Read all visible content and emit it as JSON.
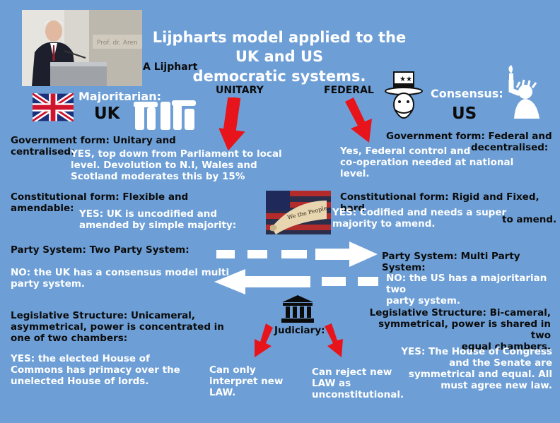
{
  "title_line1": "Lijpharts model applied to the UK and US",
  "title_line2": "democratic systems.",
  "photo_caption": "A Lijphart",
  "photo_banner_text": "Prof. dr. Aren",
  "uk": {
    "heading": "Majoritarian:",
    "name": "UK",
    "flag_icon": "union-jack-icon",
    "monument_icon": "stonehenge-icon"
  },
  "us": {
    "heading": "Consensus:",
    "name": "US",
    "mascot_icon": "uncle-sam-icon",
    "statue_icon": "statue-of-liberty-icon"
  },
  "unitary_label": "UNITARY",
  "federal_label": "FEDERAL",
  "left": {
    "gov_l1": "Government form: Unitary and",
    "gov_l2": "centralised:",
    "gov_ans_l1": "YES, top down from Parliament to local",
    "gov_ans_l2": "level. Devolution to N.I, Wales and",
    "gov_ans_l3": "Scotland moderates this by 15%",
    "con_l1": "Constitutional form: Flexible and",
    "con_l2": "amendable:",
    "con_ans_l1": "YES: UK is uncodified and",
    "con_ans_l2": "amended by simple majority:",
    "party": "Party System: Two Party System:",
    "party_ans_l1": "NO: the UK has a consensus model multi",
    "party_ans_l2": "party system.",
    "leg_l1": "Legislative Structure: Unicameral,",
    "leg_l2": "asymmetrical, power is concentrated in",
    "leg_l3": "one of two chambers:",
    "leg_ans_l1": "YES: the elected House of",
    "leg_ans_l2": "Commons has primacy over the",
    "leg_ans_l3": "unelected House of lords."
  },
  "right": {
    "gov_l1": "Government form: Federal and",
    "gov_l2": "decentralised:",
    "gov_ans_l1": "Yes, Federal control and",
    "gov_ans_l2": "co-operation needed at national",
    "gov_ans_l3": "level.",
    "con_l1": "Constitutional form: Rigid and Fixed, hard",
    "con_l2": "to amend.",
    "con_ans_l1": "YES: Codified and needs a super",
    "con_ans_l2": "majority to amend.",
    "party": "Party System: Multi Party System:",
    "party_ans_l1": "NO: the US has a majoritarian two",
    "party_ans_l2": "party system.",
    "leg_l1": "Legislative Structure: Bi-cameral,",
    "leg_l2": "symmetrical, power is shared in two",
    "leg_l3": "equal chambers.",
    "leg_ans_l1": "YES: The House of Congress",
    "leg_ans_l2": "and the Senate are",
    "leg_ans_l3": "symmetrical and equal. All",
    "leg_ans_l4": "must agree new  law."
  },
  "constitution_image_text": "We the People",
  "judiciary": {
    "label": "Judiciary:",
    "icon": "courthouse-icon",
    "uk_l1": "Can only",
    "uk_l2": "interpret new",
    "uk_l3": "LAW.",
    "us_l1": "Can reject new",
    "us_l2": "LAW as",
    "us_l3": "unconstitutional."
  },
  "colors": {
    "background": "#6d9fd6",
    "arrow_red": "#e8141b",
    "white": "#ffffff",
    "text_dark": "#0b0b0b"
  }
}
